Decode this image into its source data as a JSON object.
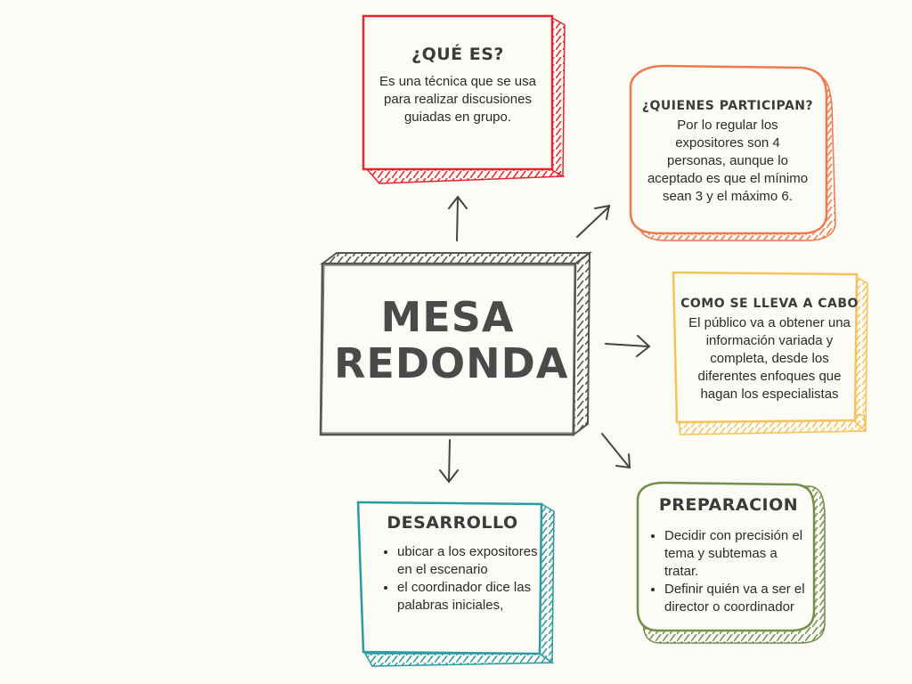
{
  "center": {
    "line1": "MESA",
    "line2": "REDONDA"
  },
  "que_es": {
    "title": "¿QUÉ ES?",
    "text": "Es una técnica que se usa para realizar discusiones guiadas en grupo.",
    "color": "#e3262f"
  },
  "quienes": {
    "title": "¿QUIENES PARTICIPAN?",
    "text": "Por lo regular los expositores son 4 personas, aunque lo aceptado es que el mínimo sean 3 y el máximo 6.",
    "color": "#f0784a"
  },
  "como": {
    "title": "COMO SE LLEVA A CABO",
    "text": "El público va a obtener una información variada y completa, desde los diferentes enfoques que hagan los especialistas",
    "color": "#f7c259"
  },
  "preparacion": {
    "title": "PREPARACION",
    "items": [
      "Decidir con precisión el tema y subtemas a tratar.",
      "Definir quién va a ser el director o coordinador"
    ],
    "color": "#6f8f4a"
  },
  "desarrollo": {
    "title": "DESARROLLO",
    "items": [
      "ubicar a los expositores en el escenario",
      "el coordinador dice las palabras iniciales,"
    ],
    "color": "#2a9aa3"
  }
}
